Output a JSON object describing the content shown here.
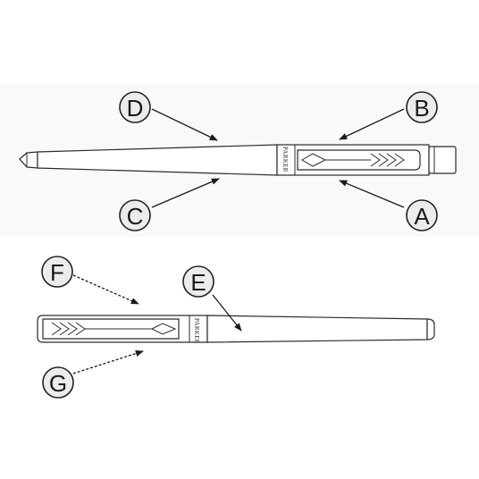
{
  "brand_text": "PARKER",
  "callouts": [
    {
      "letter": "A"
    },
    {
      "letter": "B"
    },
    {
      "letter": "C"
    },
    {
      "letter": "D"
    },
    {
      "letter": "E"
    },
    {
      "letter": "F"
    },
    {
      "letter": "G"
    }
  ]
}
